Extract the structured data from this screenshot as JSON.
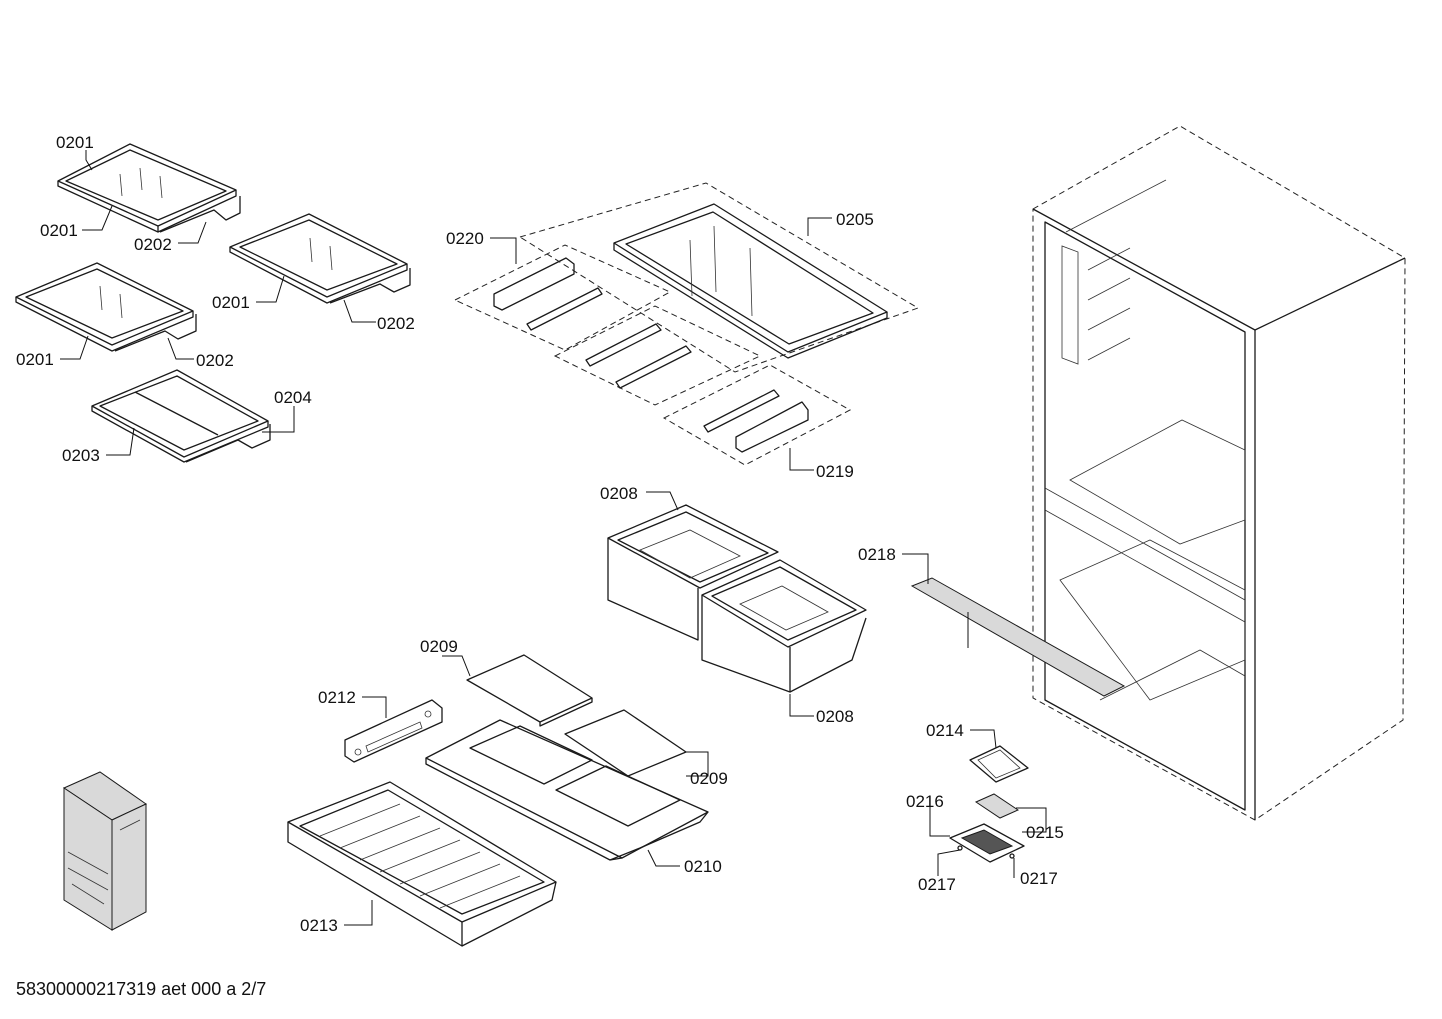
{
  "document_code": "58300000217319 aet 000 a 2/7",
  "labels": {
    "l0201a": "0201",
    "l0201b": "0201",
    "l0202a": "0202",
    "l0201c": "0201",
    "l0202b": "0202",
    "l0201d": "0201",
    "l0202c": "0202",
    "l0203": "0203",
    "l0204": "0204",
    "l0220": "0220",
    "l0205": "0205",
    "l0219": "0219",
    "l0208a": "0208",
    "l0208b": "0208",
    "l0218": "0218",
    "l0209a": "0209",
    "l0209b": "0209",
    "l0212": "0212",
    "l0210": "0210",
    "l0213": "0213",
    "l0214": "0214",
    "l0215": "0215",
    "l0216": "0216",
    "l0217a": "0217",
    "l0217b": "0217"
  }
}
